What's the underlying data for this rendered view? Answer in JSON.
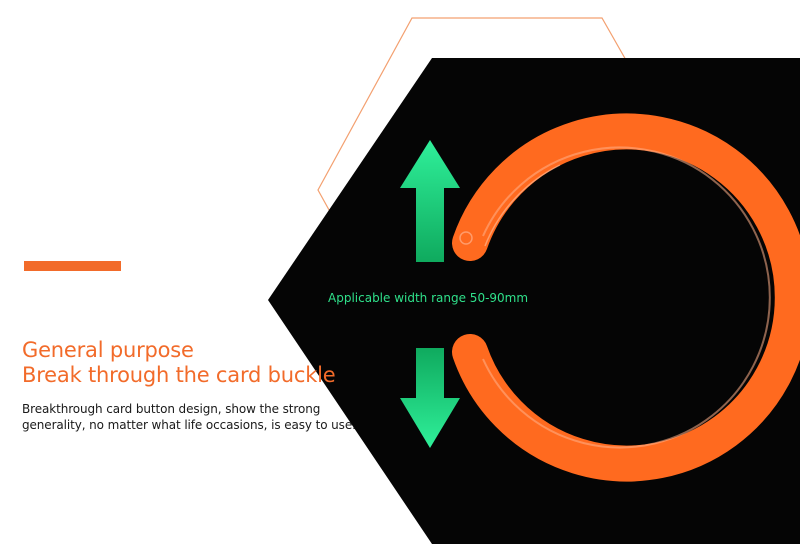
{
  "colors": {
    "accent_orange": "#f26b2a",
    "ring_orange": "#ff6a1f",
    "hexagon_black": "#050505",
    "arrow_green": "#19d27a",
    "label_green": "#2fe08a",
    "outline_orange": "#f3a070"
  },
  "headline": {
    "line1": "General purpose",
    "line2": "Break through the card buckle"
  },
  "description": {
    "line1": "Breakthrough card button design, show the strong",
    "line2": "generality, no matter what life occasions, is easy to use."
  },
  "product": {
    "range_label": "Applicable width range 50-90mm"
  }
}
